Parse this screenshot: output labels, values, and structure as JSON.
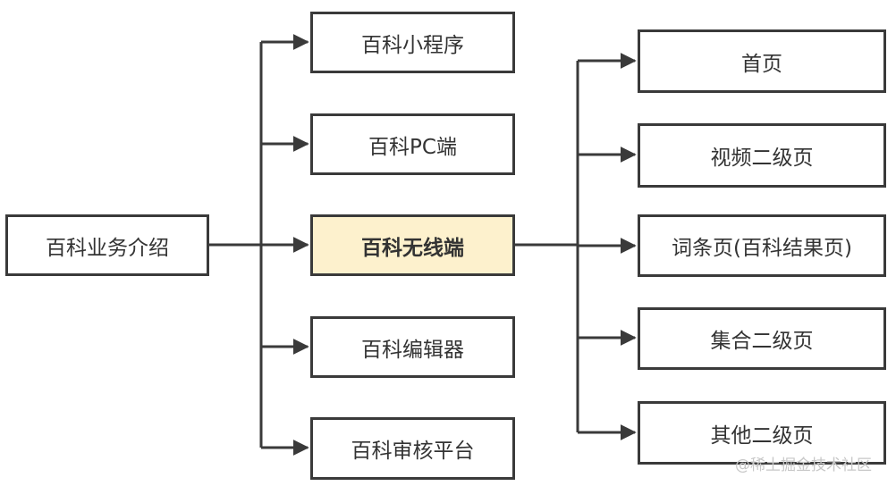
{
  "root": {
    "label": "百科业务介绍"
  },
  "branches": [
    {
      "label": "百科小程序"
    },
    {
      "label": "百科PC端"
    },
    {
      "label": "百科无线端",
      "highlighted": true
    },
    {
      "label": "百科编辑器"
    },
    {
      "label": "百科审核平台"
    }
  ],
  "sub_branches": [
    {
      "label": "首页"
    },
    {
      "label": "视频二级页"
    },
    {
      "label": "词条页(百科结果页)"
    },
    {
      "label": "集合二级页"
    },
    {
      "label": "其他二级页"
    }
  ],
  "watermark": "@稀土掘金技术社区",
  "colors": {
    "line": "#3a3a3a",
    "highlight": "#fdf1cd",
    "text": "#333333"
  }
}
